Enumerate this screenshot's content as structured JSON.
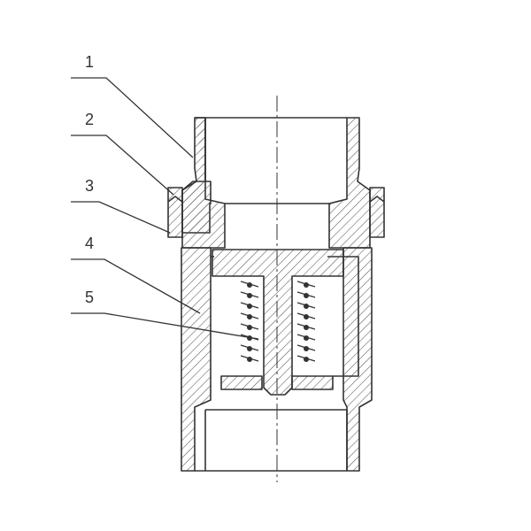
{
  "diagram": {
    "callouts": [
      {
        "label": "1"
      },
      {
        "label": "2"
      },
      {
        "label": "3"
      },
      {
        "label": "4"
      },
      {
        "label": "5"
      }
    ],
    "colors": {
      "line": "#333333",
      "hatch": "#555555",
      "background": "#ffffff"
    }
  }
}
